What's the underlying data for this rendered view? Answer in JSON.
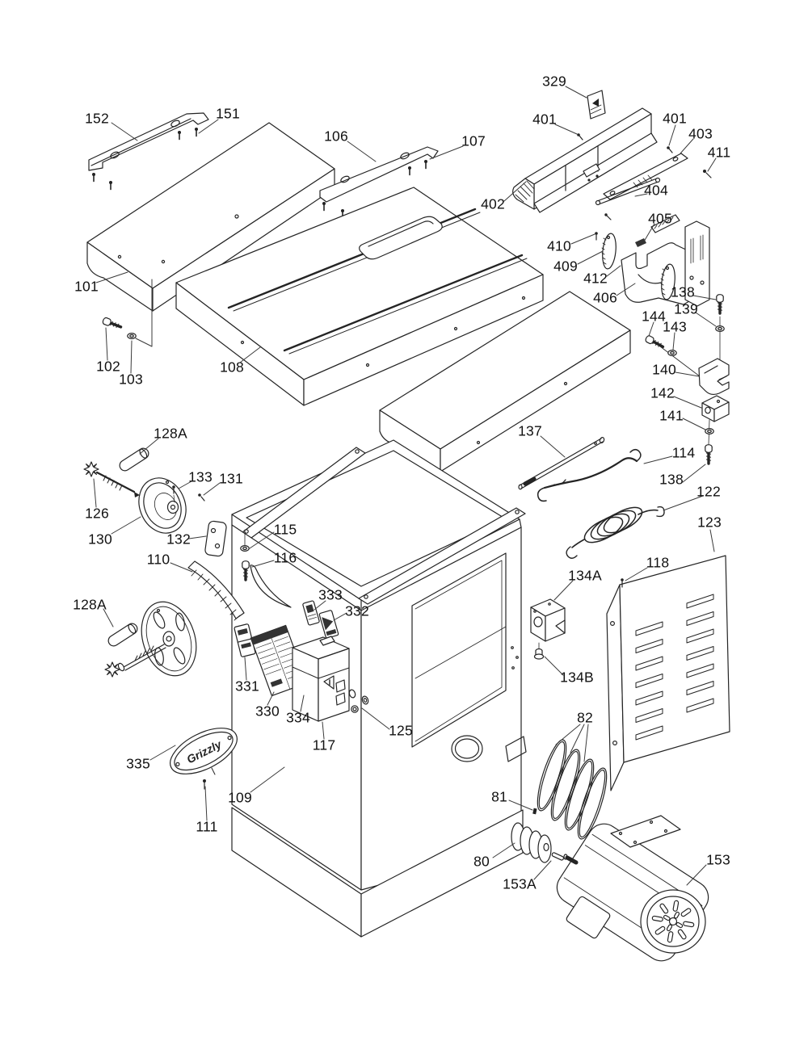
{
  "figure": {
    "type": "exploded parts diagram",
    "subject": "table saw cabinet, table, fence and motor assembly",
    "badge_text": "Grizzly"
  },
  "callouts": [
    {
      "label": "152"
    },
    {
      "label": "151"
    },
    {
      "label": "106"
    },
    {
      "label": "107"
    },
    {
      "label": "329"
    },
    {
      "label": "401"
    },
    {
      "label": "401"
    },
    {
      "label": "403"
    },
    {
      "label": "411"
    },
    {
      "label": "402"
    },
    {
      "label": "404"
    },
    {
      "label": "405"
    },
    {
      "label": "410"
    },
    {
      "label": "409"
    },
    {
      "label": "412"
    },
    {
      "label": "406"
    },
    {
      "label": "138"
    },
    {
      "label": "139"
    },
    {
      "label": "144"
    },
    {
      "label": "143"
    },
    {
      "label": "140"
    },
    {
      "label": "142"
    },
    {
      "label": "141"
    },
    {
      "label": "114"
    },
    {
      "label": "138"
    },
    {
      "label": "122"
    },
    {
      "label": "123"
    },
    {
      "label": "101"
    },
    {
      "label": "102"
    },
    {
      "label": "103"
    },
    {
      "label": "108"
    },
    {
      "label": "128A"
    },
    {
      "label": "126"
    },
    {
      "label": "133"
    },
    {
      "label": "131"
    },
    {
      "label": "130"
    },
    {
      "label": "132"
    },
    {
      "label": "110"
    },
    {
      "label": "115"
    },
    {
      "label": "116"
    },
    {
      "label": "128A"
    },
    {
      "label": "333"
    },
    {
      "label": "332"
    },
    {
      "label": "331"
    },
    {
      "label": "330"
    },
    {
      "label": "334"
    },
    {
      "label": "117"
    },
    {
      "label": "125"
    },
    {
      "label": "137"
    },
    {
      "label": "134A"
    },
    {
      "label": "118"
    },
    {
      "label": "134B"
    },
    {
      "label": "82"
    },
    {
      "label": "81"
    },
    {
      "label": "80"
    },
    {
      "label": "153A"
    },
    {
      "label": "153"
    },
    {
      "label": "335"
    },
    {
      "label": "111"
    },
    {
      "label": "109"
    }
  ]
}
